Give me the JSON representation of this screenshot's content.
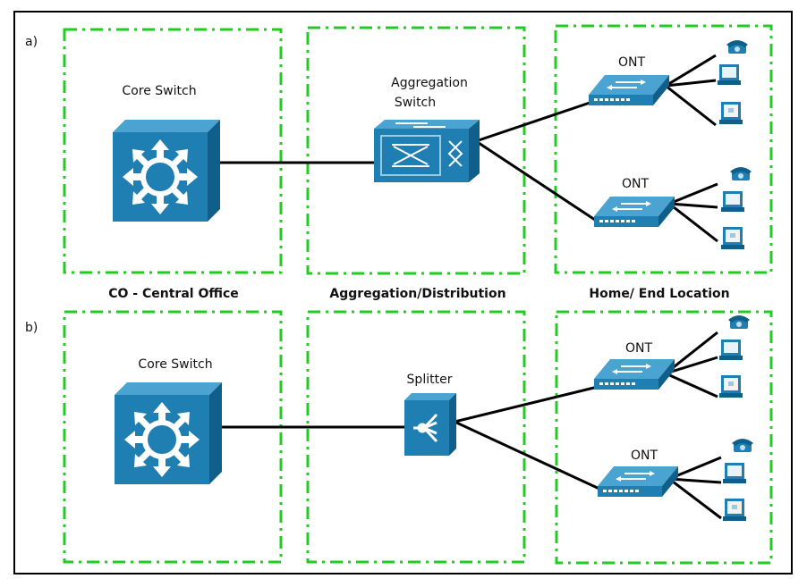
{
  "panels": {
    "a": "a)",
    "b": "b)"
  },
  "zones": {
    "co": "CO - Central Office",
    "aggregation": "Aggregation/Distribution",
    "home": "Home/ End Location"
  },
  "row_a": {
    "core_switch": "Core Switch",
    "aggregation_switch_line1": "Aggregation",
    "aggregation_switch_line2": "Switch",
    "ont_top": "ONT",
    "ont_bottom": "ONT"
  },
  "row_b": {
    "core_switch": "Core Switch",
    "splitter": "Splitter",
    "ont_top": "ONT",
    "ont_bottom": "ONT"
  },
  "colors": {
    "zone_border": "#22cc22",
    "device_blue": "#1f7fb3",
    "device_dark": "#0f5f8a",
    "link": "#000000"
  },
  "icons": [
    "core-switch-icon",
    "aggregation-switch-icon",
    "splitter-icon",
    "ont-icon",
    "phone-icon",
    "pc-icon"
  ]
}
